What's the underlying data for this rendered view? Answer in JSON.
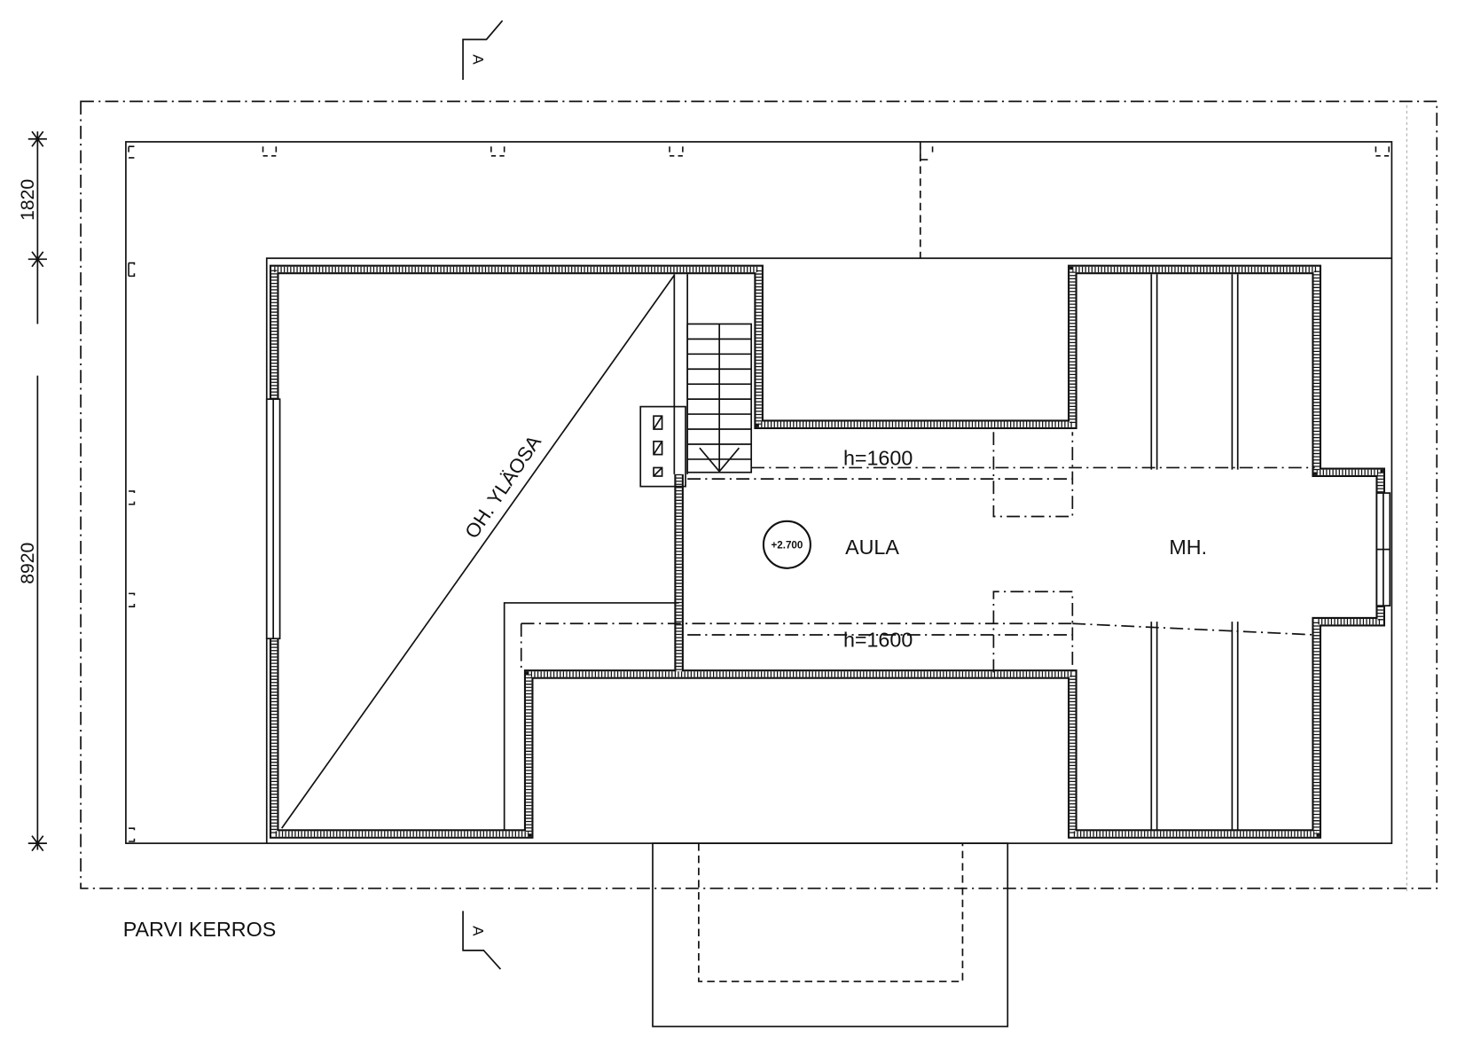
{
  "drawing": {
    "title": "PARVI KERROS",
    "section_marker": "A",
    "dimensions": [
      "1820",
      "8920"
    ],
    "rooms": {
      "aula": "AULA",
      "mh": "MH.",
      "upper_void": "OH. YLÄOSA"
    },
    "height_notes": [
      "h=1600",
      "h=1600"
    ],
    "level_mark": "+2.700"
  }
}
